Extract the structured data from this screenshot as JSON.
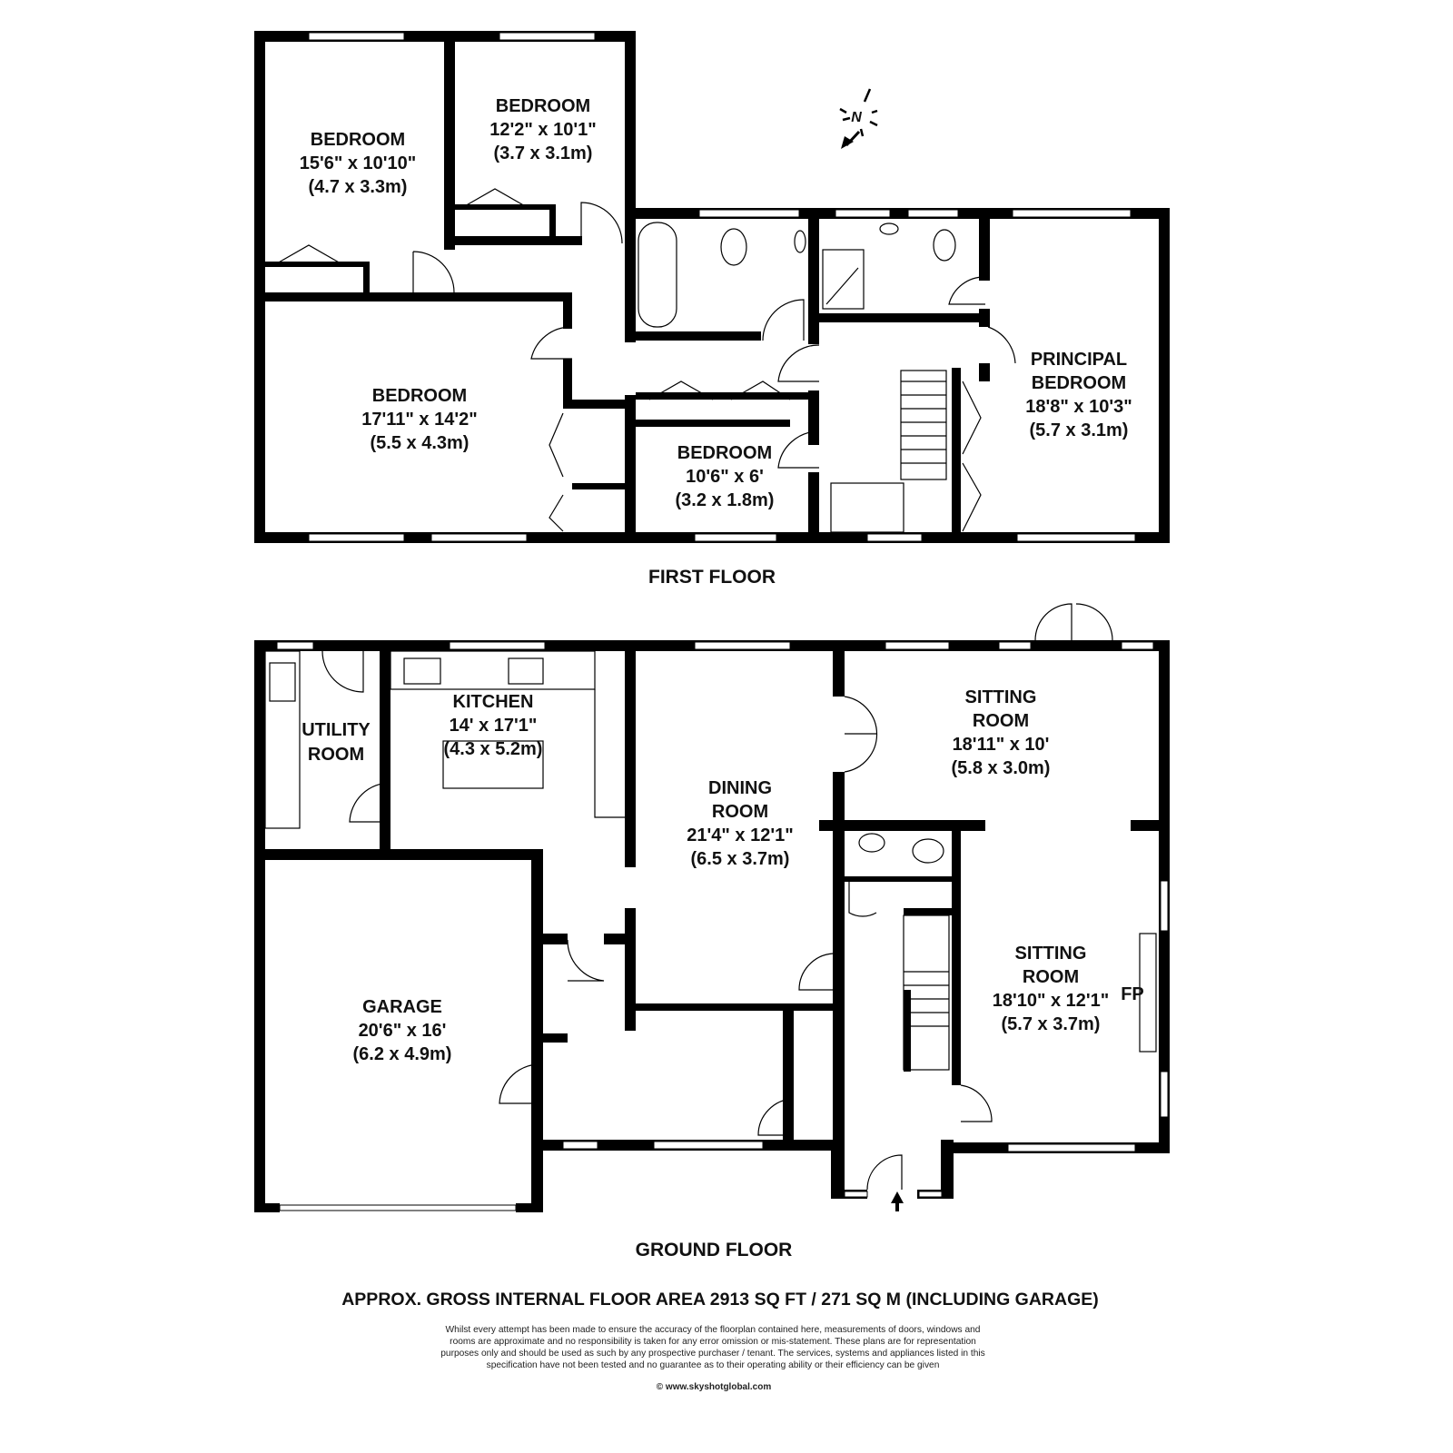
{
  "compass": {
    "label": "N",
    "icon": "north-compass-icon"
  },
  "first_floor": {
    "label": "FIRST FLOOR",
    "rooms": [
      {
        "name": [
          "BEDROOM"
        ],
        "imperial": "15'6\" x 10'10\"",
        "metric": "(4.7 x 3.3m)"
      },
      {
        "name": [
          "BEDROOM"
        ],
        "imperial": "12'2\" x 10'1\"",
        "metric": "(3.7 x 3.1m)"
      },
      {
        "name": [
          "BEDROOM"
        ],
        "imperial": "17'11\" x 14'2\"",
        "metric": "(5.5 x 4.3m)"
      },
      {
        "name": [
          "BEDROOM"
        ],
        "imperial": "10'6\" x 6'",
        "metric": "(3.2 x 1.8m)"
      },
      {
        "name": [
          "PRINCIPAL",
          "BEDROOM"
        ],
        "imperial": "18'8\" x 10'3\"",
        "metric": "(5.7 x 3.1m)"
      }
    ]
  },
  "ground_floor": {
    "label": "GROUND FLOOR",
    "rooms": [
      {
        "name": [
          "UTILITY",
          "ROOM"
        ]
      },
      {
        "name": [
          "KITCHEN"
        ],
        "imperial": "14' x 17'1\"",
        "metric": "(4.3 x 5.2m)"
      },
      {
        "name": [
          "DINING",
          "ROOM"
        ],
        "imperial": "21'4\" x 12'1\"",
        "metric": "(6.5 x 3.7m)"
      },
      {
        "name": [
          "SITTING",
          "ROOM"
        ],
        "imperial": "18'11\" x 10'",
        "metric": "(5.8 x 3.0m)"
      },
      {
        "name": [
          "SITTING",
          "ROOM"
        ],
        "imperial": "18'10\" x 12'1\"",
        "metric": "(5.7 x 3.7m)"
      },
      {
        "name": [
          "GARAGE"
        ],
        "imperial": "20'6\" x 16'",
        "metric": "(6.2 x 4.9m)"
      }
    ],
    "fireplace_label": "FP"
  },
  "area_summary": "APPROX. GROSS INTERNAL FLOOR AREA 2913 SQ FT / 271 SQ M (INCLUDING GARAGE)",
  "disclaimer": [
    "Whilst every attempt has been made to ensure the accuracy of the floorplan contained here, measurements of doors, windows and",
    "rooms are approximate and no responsibility is taken for any error omission or mis-statement. These plans are for representation",
    "purposes only and should  be used as such by any prospective purchaser / tenant. The services, systems and appliances listed in this",
    "specification have not been tested and no guarantee as to their operating ability or their efficiency can be given"
  ],
  "copyright": "© www.skyshotglobal.com"
}
